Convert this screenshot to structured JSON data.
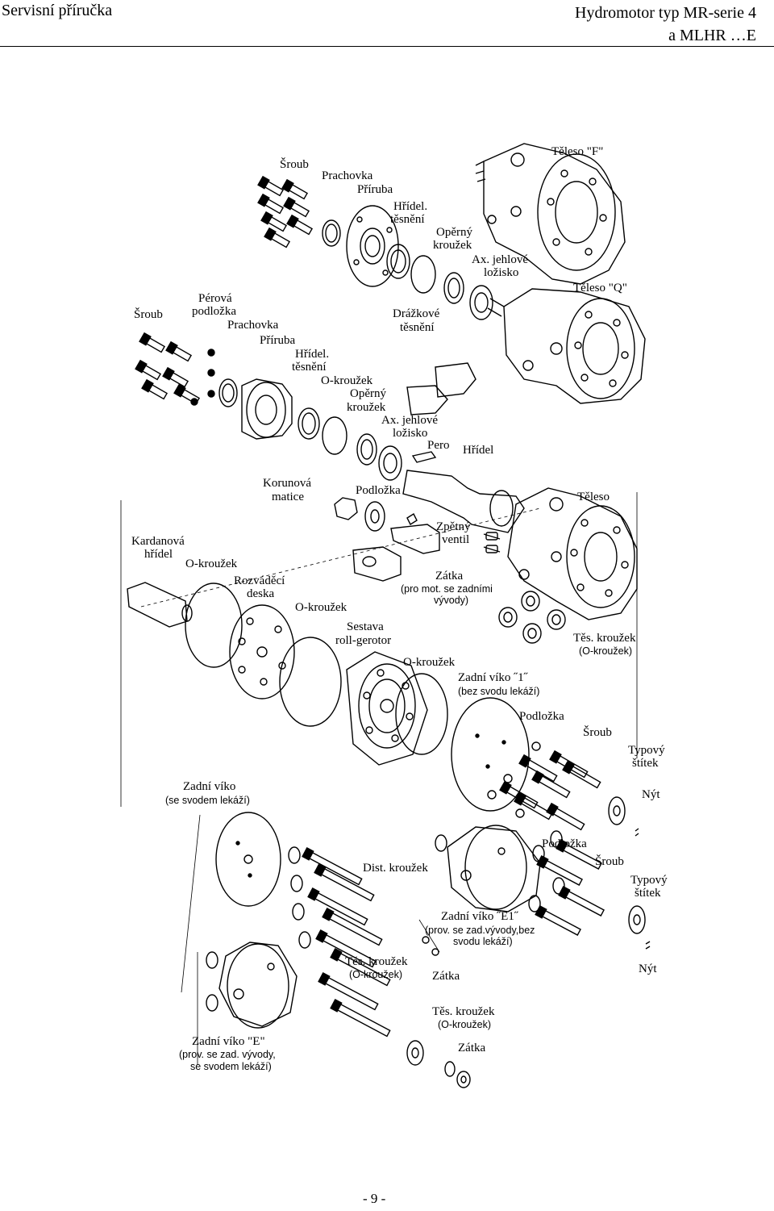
{
  "header": {
    "left": "Servisní příručka",
    "right_line1": "Hydromotor typ MR-serie 4",
    "right_line2": "a MLHR …E"
  },
  "labels": {
    "sroub_top": "Šroub",
    "prachovka_top": "Prachovka",
    "priruba_top": "Příruba",
    "hridel_tesneni_top_1": "Hřídel.",
    "hridel_tesneni_top_2": "těsnění",
    "operny_top_1": "Opěrný",
    "operny_top_2": "kroužek",
    "ax_top_1": "Ax. jehlové",
    "ax_top_2": "ložisko",
    "teleso_f": "Těleso \"F\"",
    "teleso_q": "Těleso \"Q\"",
    "sroub_left": "Šroub",
    "perova_1": "Pérová",
    "perova_2": "podložka",
    "prachovka_left": "Prachovka",
    "priruba_left": "Příruba",
    "hridel_tesneni_left_1": "Hřídel.",
    "hridel_tesneni_left_2": "těsnění",
    "o_krouzek_left": "O-kroužek",
    "operny_left_1": "Opěrný",
    "operny_left_2": "kroužek",
    "ax_left_1": "Ax. jehlové",
    "ax_left_2": "ložisko",
    "drazkove_1": "Drážkové",
    "drazkove_2": "těsnění",
    "pero": "Pero",
    "hridel": "Hřídel",
    "korunova_1": "Korunová",
    "korunova_2": "matice",
    "podlozka_mid": "Podložka",
    "teleso": "Těleso",
    "kardanova_1": "Kardanová",
    "kardanova_2": "hřídel",
    "o_krouzek_kard": "O-kroužek",
    "rozvadeci_1": "Rozváděcí",
    "rozvadeci_2": "deska",
    "zpetny_1": "Zpětný",
    "zpetny_2": "ventil",
    "zatka_mid": "Zátka",
    "zatka_mid_sub_1": "(pro mot. se zadními",
    "zatka_mid_sub_2": "vývody)",
    "o_krouzek_rozv": "O-kroužek",
    "sestava_1": "Sestava",
    "sestava_2": "roll-gerotor",
    "tes_krouzek_right": "Těs. kroužek",
    "tes_krouzek_right_sub": "(O-kroužek)",
    "o_krouzek_gerotor": "O-kroužek",
    "zadni_viko_1": "Zadní víko ˝1˝",
    "zadni_viko_1_sub": "(bez svodu lekáží)",
    "podlozka_right": "Podložka",
    "sroub_right": "Šroub",
    "typovy_1_a": "Typový",
    "typovy_1_b": "štítek",
    "nyt_1": "Nýt",
    "zadni_viko_svod": "Zadní víko",
    "zadni_viko_svod_sub": "(se svodem lekáží)",
    "dist_krouzek": "Dist. kroužek",
    "podlozka_e1": "Podložka",
    "sroub_e1": "Šroub",
    "typovy_2_a": "Typový",
    "typovy_2_b": "štítek",
    "zadni_viko_e1": "Zadní víko ˝E1˝",
    "zadni_viko_e1_sub_1": "(prov. se zad.vývody,bez",
    "zadni_viko_e1_sub_2": "svodu lekáží)",
    "tes_krouzek_e": "Těs. kroužek",
    "tes_krouzek_e_sub": "(O-kroužek)",
    "zatka_e1": "Zátka",
    "nyt_2": "Nýt",
    "tes_krouzek_e1": "Těs. kroužek",
    "tes_krouzek_e1_sub": "(O-kroužek)",
    "zatka_e1_b": "Zátka",
    "zadni_viko_e": "Zadní víko \"E\"",
    "zadni_viko_e_sub_1": "(prov. se zad. vývody,",
    "zadni_viko_e_sub_2": "se svodem lekáží)"
  },
  "page_number": "- 9 -"
}
